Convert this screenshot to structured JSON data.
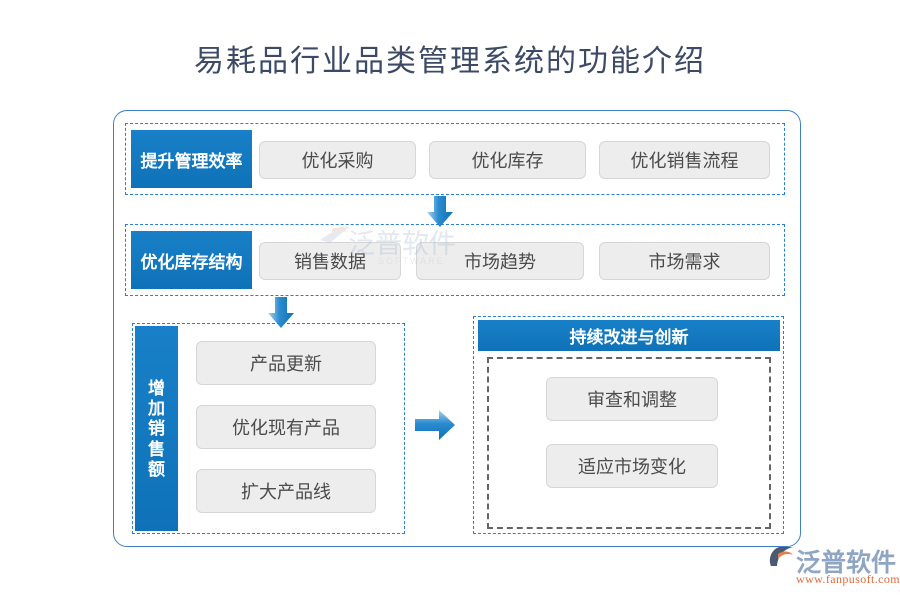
{
  "page": {
    "title": "易耗品行业品类管理系统的功能介绍",
    "title_color": "#3c4a66",
    "accent_blue": "#1179BE",
    "dashed_border_color": "#2a7fd0",
    "box_fill": "#ededed",
    "background": "#ffffff"
  },
  "flow": {
    "rows": [
      {
        "label": "提升管理效率",
        "items": [
          {
            "text": "优化采购"
          },
          {
            "text": "优化库存"
          },
          {
            "text": "优化销售流程"
          }
        ]
      },
      {
        "label": "优化库存结构",
        "items": [
          {
            "text": "销售数据"
          },
          {
            "text": "市场趋势"
          },
          {
            "text": "市场需求"
          }
        ]
      }
    ],
    "bottom_left": {
      "label": "增加销售额",
      "label_chars": [
        "增",
        "加",
        "销",
        "售",
        "额"
      ],
      "items": [
        {
          "text": "产品更新"
        },
        {
          "text": "优化现有产品"
        },
        {
          "text": "扩大产品线"
        }
      ]
    },
    "bottom_right": {
      "header": "持续改进与创新",
      "items": [
        {
          "text": "审查和调整"
        },
        {
          "text": "适应市场变化"
        }
      ]
    },
    "arrows": [
      {
        "name": "arrow-down-row1-to-row2",
        "direction": "down"
      },
      {
        "name": "arrow-down-row2-to-bottom",
        "direction": "down"
      },
      {
        "name": "arrow-right-bottom-left-to-right",
        "direction": "right"
      }
    ]
  },
  "watermark": {
    "text": "泛普软件",
    "subtext": "SOFTWARE"
  },
  "brand": {
    "name": "泛普软件",
    "url": "www.fanpusoft.com",
    "url_color": "#e1693a",
    "name_color": "#8ea5c4"
  }
}
